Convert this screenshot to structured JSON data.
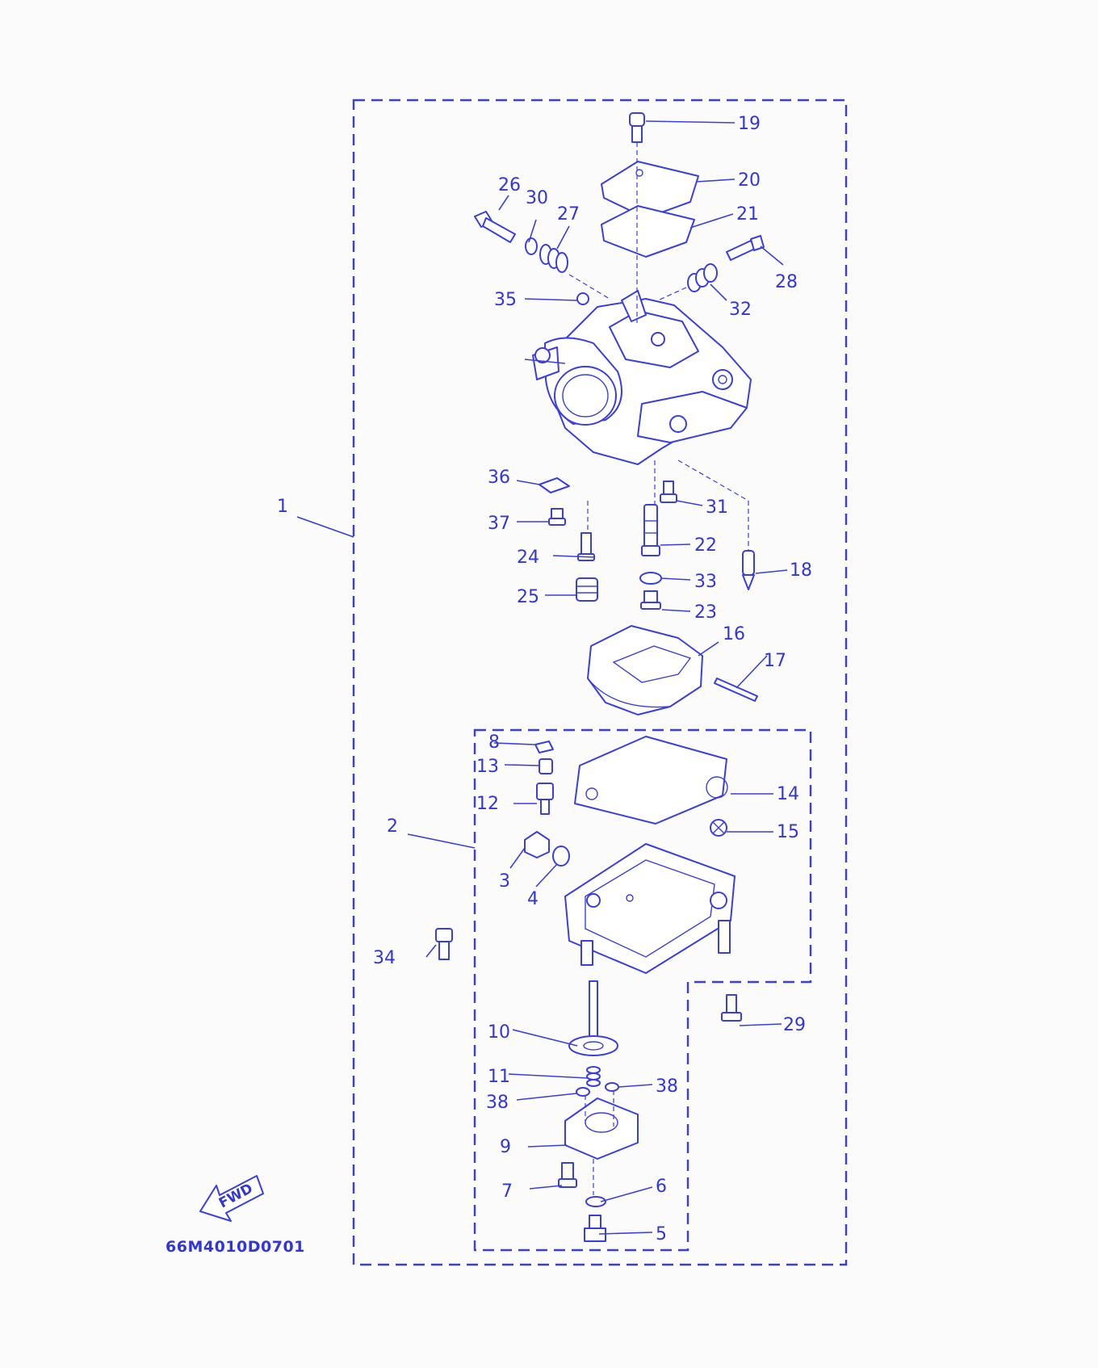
{
  "diagram": {
    "drawing_code": "66M4010D0701",
    "fwd_label": "FWD",
    "accent_color": "#3a3ee0",
    "callouts": [
      {
        "id": "c1",
        "label": "1"
      },
      {
        "id": "c2",
        "label": "2"
      },
      {
        "id": "c3",
        "label": "3"
      },
      {
        "id": "c4",
        "label": "4"
      },
      {
        "id": "c5",
        "label": "5"
      },
      {
        "id": "c6",
        "label": "6"
      },
      {
        "id": "c7",
        "label": "7"
      },
      {
        "id": "c8",
        "label": "8"
      },
      {
        "id": "c9",
        "label": "9"
      },
      {
        "id": "c10",
        "label": "10"
      },
      {
        "id": "c11",
        "label": "11"
      },
      {
        "id": "c12",
        "label": "12"
      },
      {
        "id": "c13",
        "label": "13"
      },
      {
        "id": "c14",
        "label": "14"
      },
      {
        "id": "c15",
        "label": "15"
      },
      {
        "id": "c16",
        "label": "16"
      },
      {
        "id": "c17",
        "label": "17"
      },
      {
        "id": "c18",
        "label": "18"
      },
      {
        "id": "c19",
        "label": "19"
      },
      {
        "id": "c20",
        "label": "20"
      },
      {
        "id": "c21",
        "label": "21"
      },
      {
        "id": "c22",
        "label": "22"
      },
      {
        "id": "c23",
        "label": "23"
      },
      {
        "id": "c24",
        "label": "24"
      },
      {
        "id": "c25",
        "label": "25"
      },
      {
        "id": "c26",
        "label": "26"
      },
      {
        "id": "c27",
        "label": "27"
      },
      {
        "id": "c28",
        "label": "28"
      },
      {
        "id": "c29",
        "label": "29"
      },
      {
        "id": "c30",
        "label": "30"
      },
      {
        "id": "c31",
        "label": "31"
      },
      {
        "id": "c32",
        "label": "32"
      },
      {
        "id": "c33",
        "label": "33"
      },
      {
        "id": "c34",
        "label": "34"
      },
      {
        "id": "c35",
        "label": "35"
      },
      {
        "id": "c36",
        "label": "36"
      },
      {
        "id": "c37",
        "label": "37"
      },
      {
        "id": "c38a",
        "label": "38"
      },
      {
        "id": "c38b",
        "label": "38"
      }
    ]
  }
}
